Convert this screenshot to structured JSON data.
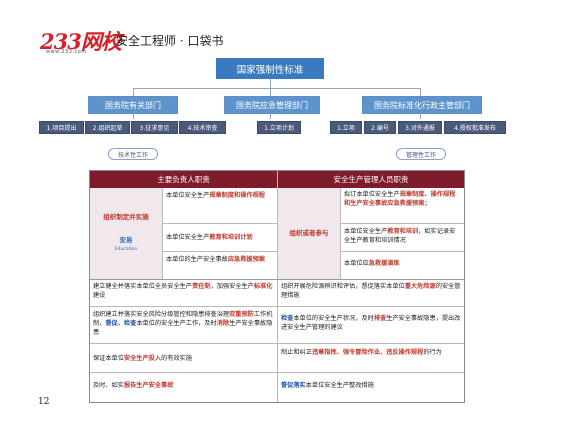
{
  "header": {
    "logo": "233网校",
    "logo_url": "www.233.com",
    "title": "安全工程师 · 口袋书"
  },
  "diagram": {
    "top": "国家强制性标准",
    "branches": [
      {
        "label": "国务院有关部门",
        "items": [
          "1.项目提出",
          "2.组织起草",
          "3.征求意见",
          "4.技术审查"
        ],
        "tag": "技术性工作"
      },
      {
        "label": "国务院应急管理部门",
        "items": [
          "1.立项计划"
        ],
        "tag": ""
      },
      {
        "label": "国务院标准化行政主管部门",
        "items": [
          "1.立项",
          "2.编号",
          "3.对外通报",
          "4.授权批准发布"
        ],
        "tag": "管理性工作"
      }
    ]
  },
  "table": {
    "headers": [
      "主要负责人职责",
      "安全生产管理人员职责"
    ],
    "left_group": "组织制定并实施",
    "right_group": "组织或者参与",
    "edu_logo": "安易",
    "edu_logo_en": "Education",
    "left_sub": [
      {
        "pre": "本单位安全生产",
        "hl": "规章制度和操作规程",
        "post": ""
      },
      {
        "pre": "本单位安全生产",
        "hl": "教育和培训计划",
        "post": ""
      },
      {
        "pre": "本单位的生产安全事故",
        "hl": "应急救援预案",
        "post": ""
      }
    ],
    "right_sub": [
      {
        "pre": "拟订本单位安全生产",
        "hl": "规章制度、操作规程和生产安全事故应急救援预案",
        "post": "；"
      },
      {
        "pre": "本单位安全生产",
        "hl": "教育和培训",
        "post": "，如实记录安全生产教育和培训情况"
      },
      {
        "pre": "本单位应",
        "hl": "急救援演练",
        "post": ""
      }
    ],
    "rows": [
      {
        "left": [
          {
            "t": "建立健全并落实本单位全员安全生产",
            "c": ""
          },
          {
            "t": "责任制",
            "c": "hl"
          },
          {
            "t": "，加强安全生产",
            "c": ""
          },
          {
            "t": "标准化",
            "c": "hl"
          },
          {
            "t": "建设",
            "c": ""
          }
        ],
        "right": [
          {
            "t": "组织",
            "c": ""
          },
          {
            "t": "开展危险源辨识和评估，督促落实本单位",
            "c": ""
          },
          {
            "t": "重大危险源",
            "c": "hl"
          },
          {
            "t": "的安全管理措施",
            "c": ""
          }
        ]
      },
      {
        "left": [
          {
            "t": "组织建立并落实安全风险分级管控和隐患排查治理",
            "c": ""
          },
          {
            "t": "双重预防",
            "c": "hl"
          },
          {
            "t": "工作机制，",
            "c": ""
          },
          {
            "t": "督促、检查",
            "c": "bl"
          },
          {
            "t": "本单位的安全生产工作，及时",
            "c": ""
          },
          {
            "t": "消除",
            "c": "hl"
          },
          {
            "t": "生产安全事故隐患",
            "c": ""
          }
        ],
        "right": [
          {
            "t": "检查",
            "c": "bl"
          },
          {
            "t": "本单位的安全生产状况，及时",
            "c": ""
          },
          {
            "t": "排查",
            "c": "hl"
          },
          {
            "t": "生产安全事故隐患，提出改进安全生产管理的建议",
            "c": ""
          }
        ]
      },
      {
        "left": [
          {
            "t": "保证本单位",
            "c": ""
          },
          {
            "t": "安全生产投入",
            "c": "hl"
          },
          {
            "t": "的有效实施",
            "c": ""
          }
        ],
        "right": [
          {
            "t": "制止和纠正",
            "c": ""
          },
          {
            "t": "违章指挥、强令冒险作业、违反操作规程",
            "c": "hl"
          },
          {
            "t": "的行为",
            "c": ""
          }
        ]
      },
      {
        "left": [
          {
            "t": "及时、如实",
            "c": ""
          },
          {
            "t": "报告生产安全事故",
            "c": "hl"
          }
        ],
        "right": [
          {
            "t": "督促落实",
            "c": "bl"
          },
          {
            "t": "本单位安全生产整改措施",
            "c": ""
          }
        ]
      }
    ]
  },
  "page_number": "12"
}
